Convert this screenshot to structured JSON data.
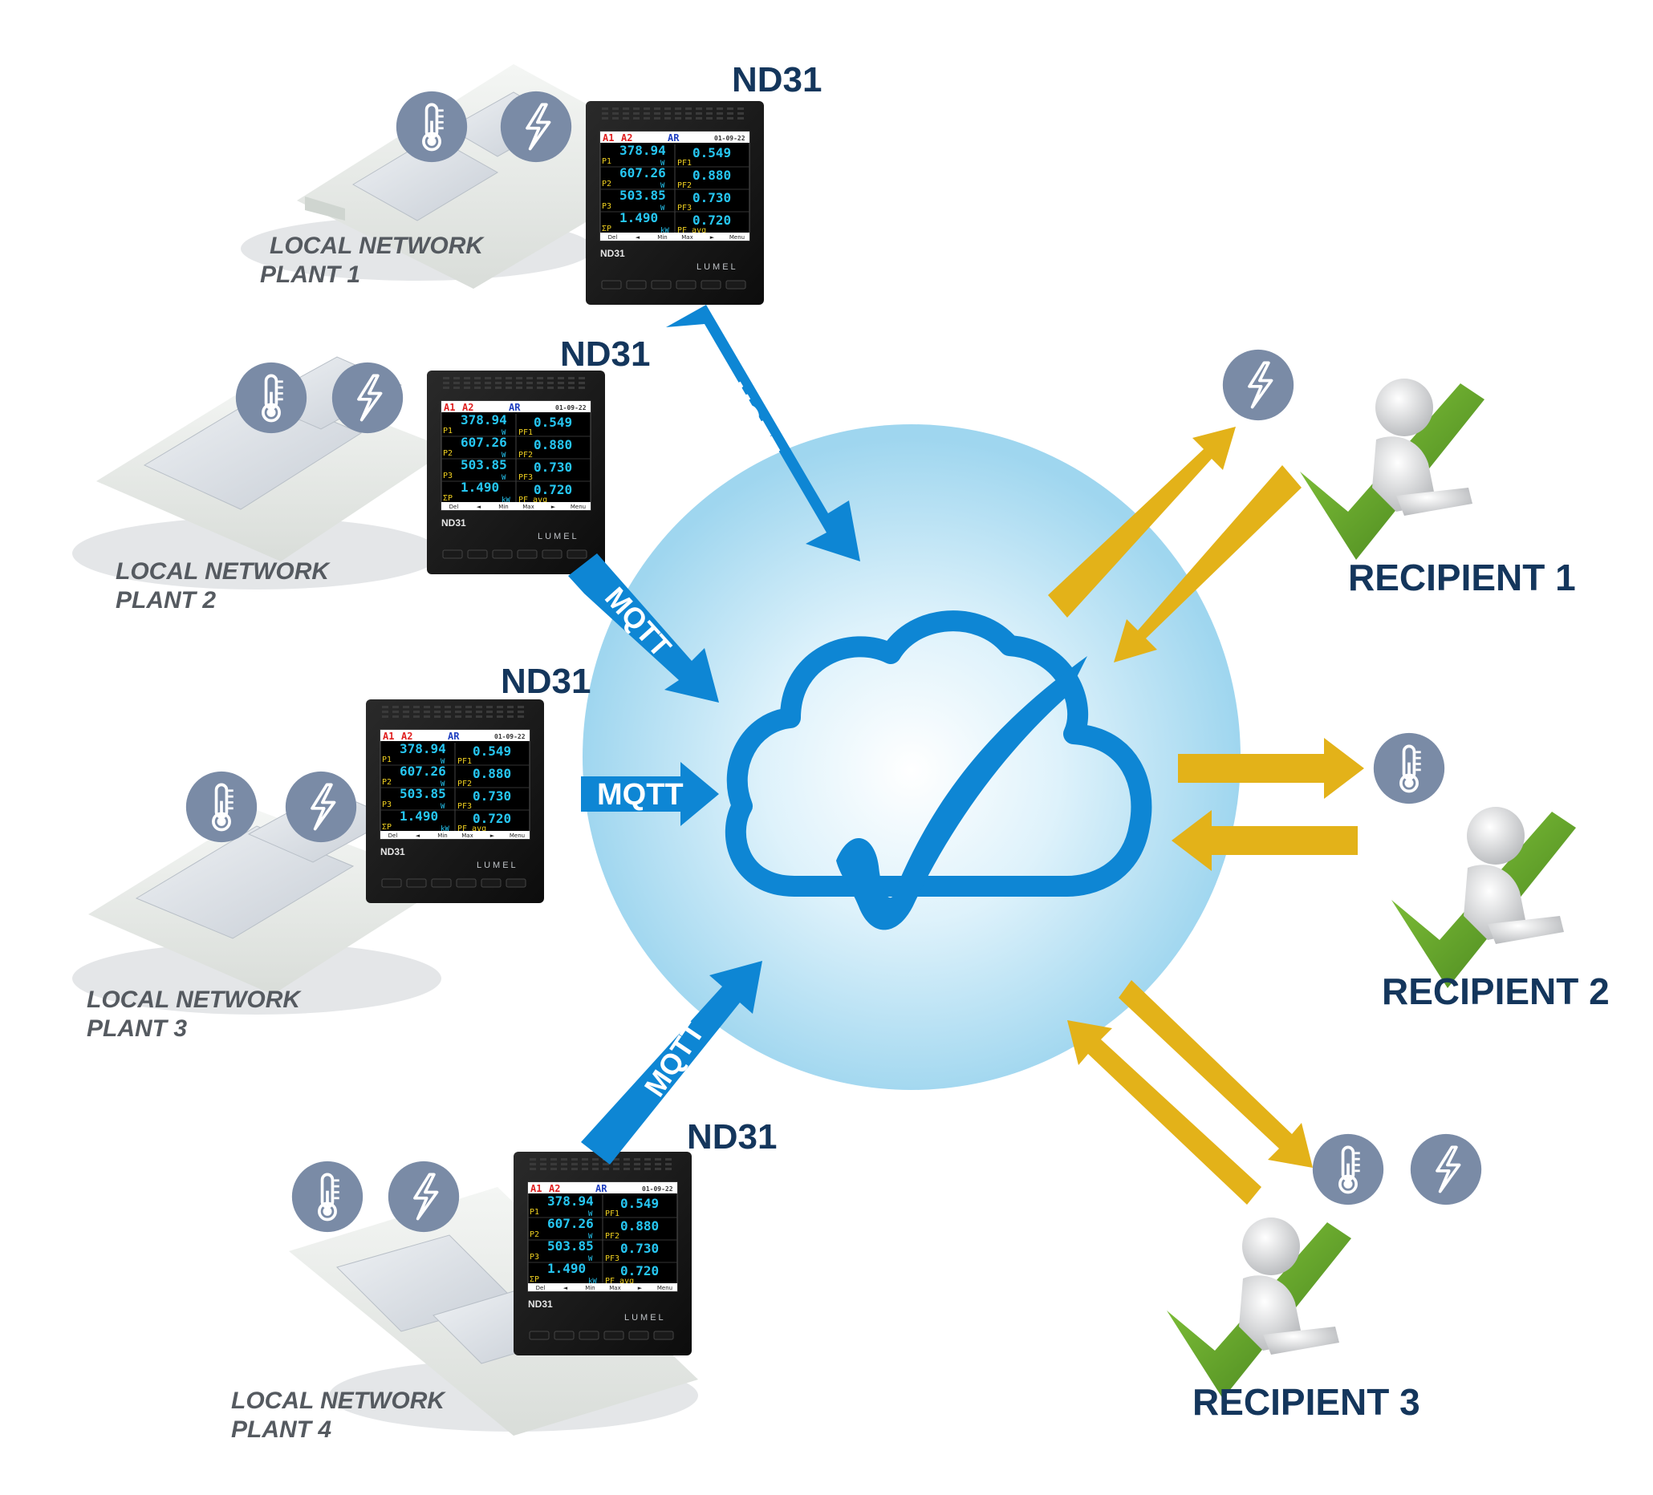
{
  "colors": {
    "navy": "#14365c",
    "mqtt_blue": "#0e86d4",
    "gold_arrow": "#e3b219",
    "icon_circle": "#7a8ba6",
    "cloud_blue": "#0e86d4",
    "sphere_light": "#e6f5fc",
    "sphere_edge": "#a7dbf1",
    "check_green": "#6aa12d"
  },
  "plants": [
    {
      "device": "ND31",
      "label_line1": "LOCAL NETWORK",
      "label_line2": "PLANT 1",
      "icons": [
        "thermometer-icon",
        "lightning-icon"
      ]
    },
    {
      "device": "ND31",
      "label_line1": "LOCAL NETWORK",
      "label_line2": "PLANT 2",
      "icons": [
        "thermometer-icon",
        "lightning-icon"
      ]
    },
    {
      "device": "ND31",
      "label_line1": "LOCAL NETWORK",
      "label_line2": "PLANT 3",
      "icons": [
        "thermometer-icon",
        "lightning-icon"
      ]
    },
    {
      "device": "ND31",
      "label_line1": "LOCAL NETWORK",
      "label_line2": "PLANT 4",
      "icons": [
        "thermometer-icon",
        "lightning-icon"
      ]
    }
  ],
  "meter_screen": {
    "header_left": "A1",
    "header_mid": "A2",
    "header_ar": "AR",
    "header_right": "01-09-22",
    "rows": [
      {
        "label_left": "P1",
        "value_left": "378.94",
        "unit_left": "W",
        "label_right": "PF1",
        "value_right": "0.549"
      },
      {
        "label_left": "P2",
        "value_left": "607.26",
        "unit_left": "W",
        "label_right": "PF2",
        "value_right": "0.880"
      },
      {
        "label_left": "P3",
        "value_left": "503.85",
        "unit_left": "W",
        "label_right": "PF3",
        "value_right": "0.730"
      },
      {
        "label_left": "ΣP",
        "value_left": "1.490",
        "unit_left": "kW",
        "label_right": "PF avg",
        "value_right": "0.720"
      }
    ],
    "buttons": [
      "Del",
      "◄",
      "Min",
      "Max",
      "►",
      "Menu"
    ],
    "device_label": "ND31",
    "brand": "LUMEL"
  },
  "protocol_label": "MQTT",
  "recipients": [
    {
      "label": "RECIPIENT 1",
      "icons": [
        "lightning-icon"
      ]
    },
    {
      "label": "RECIPIENT 2",
      "icons": [
        "thermometer-icon"
      ]
    },
    {
      "label": "RECIPIENT 3",
      "icons": [
        "thermometer-icon",
        "lightning-icon"
      ]
    }
  ]
}
